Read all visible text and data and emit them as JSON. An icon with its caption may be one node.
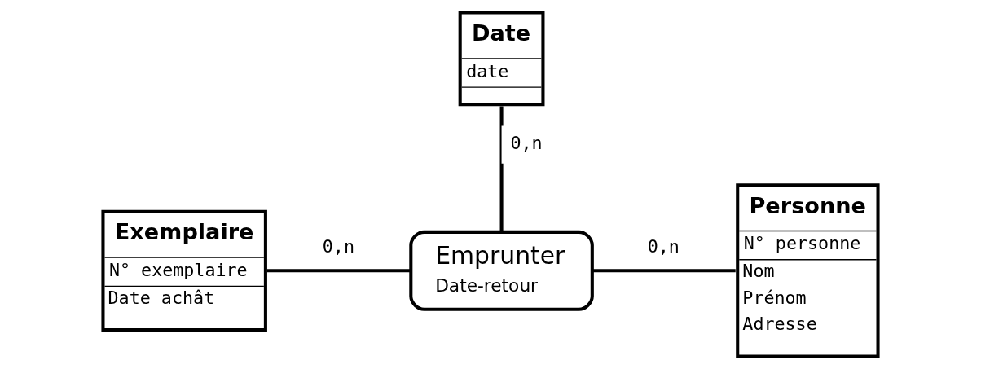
{
  "diagram": {
    "nodes": [
      {
        "text": [
          "Date",
          "date"
        ]
      },
      {
        "text": [
          "Personne",
          "N° personne",
          "Nom",
          "Prénom",
          "Adresse"
        ]
      },
      {
        "text": [
          "Exemplaire",
          "N° exemplaire",
          "Date achât"
        ]
      },
      {
        "text": [
          "Emprunter",
          "Date-retour"
        ]
      }
    ],
    "edges": [
      {
        "from": 0,
        "to": 3,
        "arrow": "none",
        "label": "0,n"
      },
      {
        "from": 2,
        "to": 3,
        "arrow": "none",
        "label": "0,n"
      },
      {
        "from": 3,
        "to": 1,
        "arrow": "none",
        "label": "0,n"
      }
    ]
  }
}
